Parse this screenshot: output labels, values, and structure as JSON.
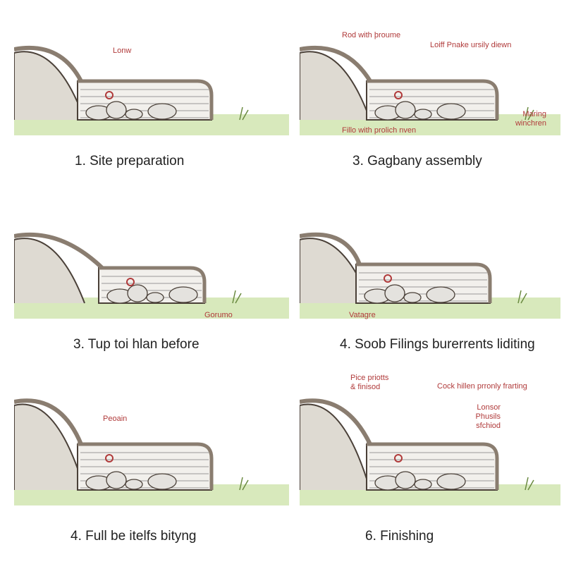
{
  "panels": [
    {
      "caption": "1. Site preparation",
      "notes": [
        "Lonw"
      ]
    },
    {
      "caption": "3. Gagbany assembly",
      "notes": [
        "Rod with þroume",
        "Loiff Pnake ursily diewn",
        "Maring winchren",
        "Fillo with prolich nven"
      ]
    },
    {
      "caption": "3. Tup toi hlan before",
      "notes": [
        "Gorumo"
      ]
    },
    {
      "caption": "4. Soob Filings burerrents liditing",
      "notes": [
        "Vatagre"
      ]
    },
    {
      "caption": "4. Full be itelfs bityng",
      "notes": [
        "Peoain"
      ]
    },
    {
      "caption": "6. Finishing",
      "notes": [
        "Pice priotts & finisod",
        "Cock hillen prronly frarting",
        "Lonsor Phusils sfchiod"
      ]
    }
  ],
  "colors": {
    "label": "#b03a3a",
    "grass": "#c8e0a0",
    "ink": "#4a4038"
  }
}
